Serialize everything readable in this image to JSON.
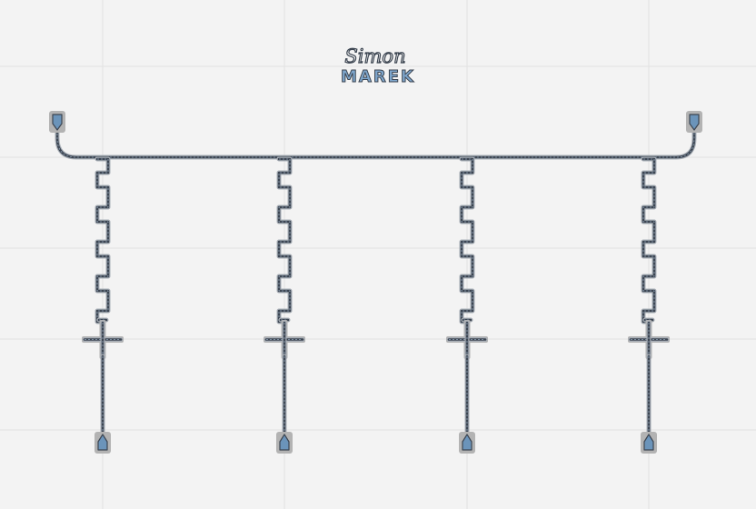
{
  "logo": {
    "script": "Simon",
    "word": "MAREK"
  },
  "colors": {
    "background": "#f3f3f3",
    "grid": "#e1e1e1",
    "trace": "#3d4652",
    "trace_outline": "#aab0b8",
    "pad_fill": "#6b94ba",
    "pad_halo": "#b3b3b3",
    "logo_fill": "#7ea6cc",
    "logo_stroke": "#3d4652"
  },
  "icons": {
    "feedline": "coplanar-waveguide-feedline",
    "resonator": "meander-resonator",
    "qubit": "cross-qubit",
    "launch_pad": "launch-pad"
  },
  "layout": {
    "resonator_count": 4,
    "meander_turns": 4
  }
}
